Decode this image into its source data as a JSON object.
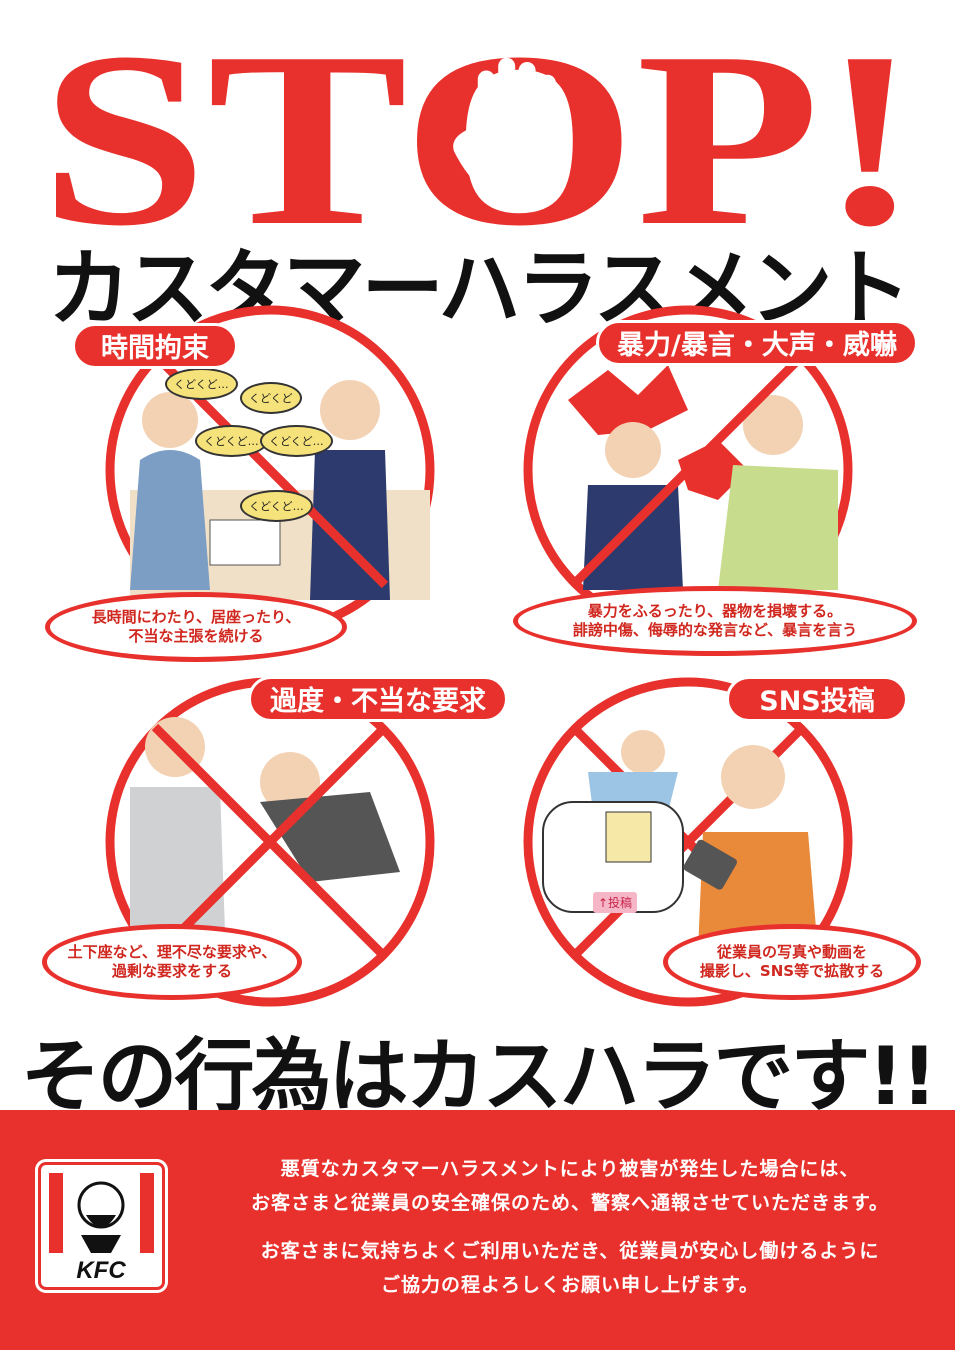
{
  "header": {
    "stop_text": "STOP!",
    "subtitle": "カスタマーハラスメント"
  },
  "panels": [
    {
      "label": "時間拘束",
      "caption": "長時間にわたり、居座ったり、\n不当な主張を続ける",
      "bubbles": [
        "くどくど…",
        "くどくど",
        "くどくど…",
        "くどくど…",
        "くどくど…"
      ]
    },
    {
      "label": "暴力/暴言・大声・威嚇",
      "caption": "暴力をふるったり、器物を損壊する。\n誹謗中傷、侮辱的な発言など、暴言を言う"
    },
    {
      "label": "過度・不当な要求",
      "caption": "土下座など、理不尽な要求や、\n過剰な要求をする"
    },
    {
      "label": "SNS投稿",
      "caption": "従業員の写真や動画を\n撮影し、SNS等で拡散する",
      "post_button": "↑投稿"
    }
  ],
  "slogan": "その行為はカスハラです!!",
  "footer": {
    "lines": [
      "悪質なカスタマーハラスメントにより被害が発生した場合には、",
      "お客さまと従業員の安全確保のため、警察へ通報させていただきます。",
      "お客さまに気持ちよくご利用いただき、従業員が安心し働けるように",
      "ご協力の程よろしくお願い申し上げます。"
    ],
    "logo_text": "KFC"
  },
  "colors": {
    "accent": "#e8312c",
    "text": "#111111"
  }
}
